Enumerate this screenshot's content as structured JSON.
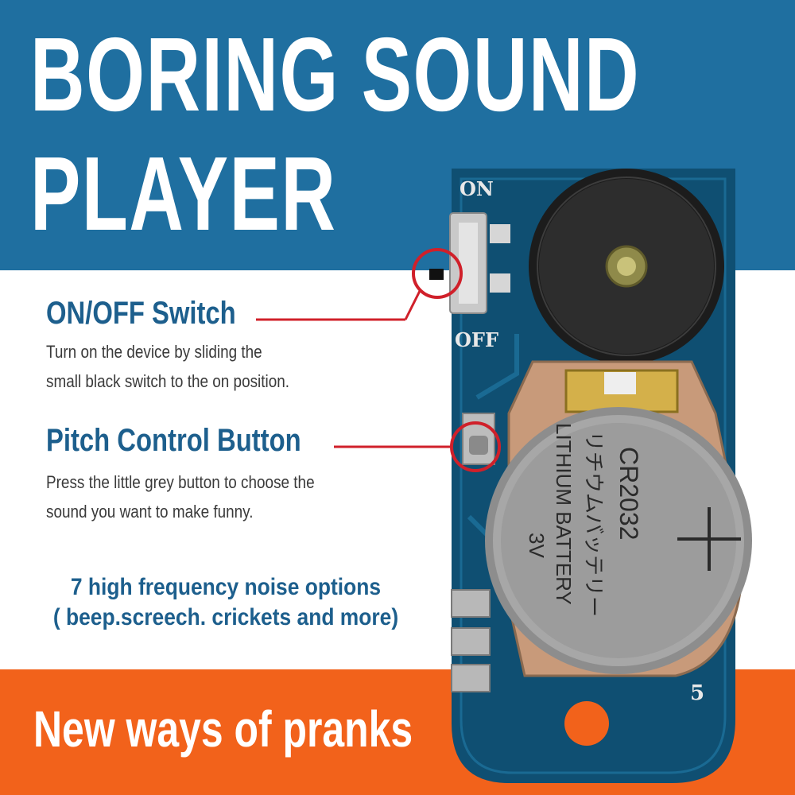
{
  "title": {
    "line1": "BORING SOUND",
    "line2": "PLAYER"
  },
  "onoff": {
    "heading": "ON/OFF Switch",
    "desc_line1": "Turn on the device by sliding the",
    "desc_line2": "small black switch to  the on position."
  },
  "pitch": {
    "heading": "Pitch Control Button",
    "desc_line1": "Press the little grey button to choose the",
    "desc_line2": "sound you want to make funny."
  },
  "options": {
    "line1": "7 high frequency noise options",
    "line2": "( beep.screech. crickets and more)"
  },
  "footer": {
    "text": "New ways of pranks"
  },
  "board": {
    "on_label": "ON",
    "off_label": "OFF",
    "battery_model": "CR2032",
    "battery_jp": "リチウムバッテリー",
    "battery_type": "LITHIUM BATTERY",
    "battery_voltage": "3V",
    "corner_mark": "5"
  },
  "colors": {
    "top_band": "#1f6fa0",
    "bottom_band": "#f2621b",
    "heading": "#1d5f8d",
    "callout": "#d0202a",
    "pcb": "#0f4f72"
  },
  "icons": [
    "buzzer-icon",
    "slide-switch-icon",
    "push-button-icon",
    "coin-battery-icon"
  ]
}
